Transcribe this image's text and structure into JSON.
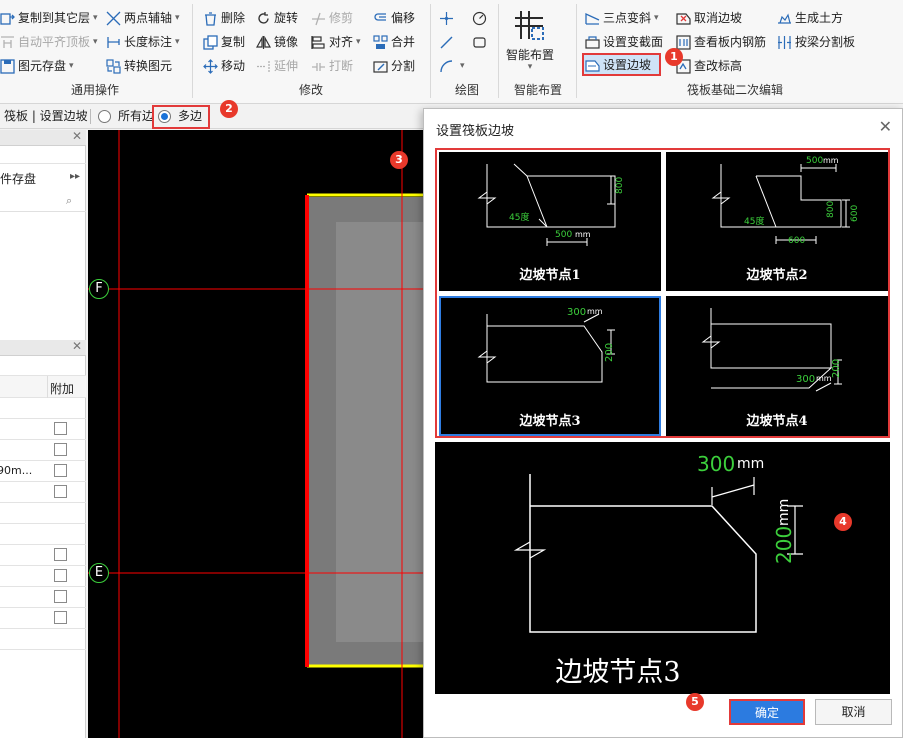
{
  "ribbon": {
    "common": {
      "copy_to_floor": "复制到其它层",
      "auto_align_top": "自动平齐顶板",
      "save_element": "图元存盘",
      "two_point_axis": "两点辅轴",
      "length_dim": "长度标注",
      "convert_element": "转换图元",
      "group_label": "通用操作"
    },
    "modify": {
      "delete": "删除",
      "rotate": "旋转",
      "trim": "修剪",
      "offset": "偏移",
      "copy": "复制",
      "mirror": "镜像",
      "align": "对齐",
      "merge": "合并",
      "move": "移动",
      "extend": "延伸",
      "break": "打断",
      "split": "分割",
      "group_label": "修改"
    },
    "draw": {
      "group_label": "绘图"
    },
    "smart": {
      "button": "智能布置",
      "group_label": "智能布置"
    },
    "raft": {
      "three_point_var": "三点变斜",
      "set_var_section": "设置变截面",
      "set_edge_slope": "设置边坡",
      "cancel_edge_slope": "取消边坡",
      "view_rebar": "查看板内钢筋",
      "check_elevation": "查改标高",
      "gen_earthwork": "生成土方",
      "split_by_beam": "按梁分割板",
      "group_label": "筏板基础二次编辑"
    }
  },
  "option_bar": {
    "title": "筏板 | 设置边坡",
    "opt_all_edges": "所有边",
    "opt_multi_edges": "多边",
    "selected": "多边"
  },
  "left_panel": {
    "storage_label": "构件存盘",
    "col_extra": "附加",
    "row_value": "90m..."
  },
  "canvas": {
    "axis_f": "F",
    "axis_e": "E"
  },
  "dialog": {
    "title": "设置筏板边坡",
    "nodes": [
      {
        "label": "边坡节点1",
        "angle": "45度",
        "dim_a": "500",
        "dim_b": "800",
        "unit": "mm"
      },
      {
        "label": "边坡节点2",
        "angle": "45度",
        "dim_a": "500",
        "dim_b": "800",
        "dim_c": "600",
        "dim_d": "600",
        "unit": "mm"
      },
      {
        "label": "边坡节点3",
        "dim_a": "300",
        "dim_b": "200",
        "unit": "mm"
      },
      {
        "label": "边坡节点4",
        "dim_a": "300",
        "dim_b": "200",
        "unit": "mm"
      }
    ],
    "selected_node": "边坡节点3",
    "preview": {
      "label": "边坡节点3",
      "dim_a": "300",
      "dim_b": "200",
      "unit": "mm"
    },
    "ok": "确定",
    "cancel": "取消"
  },
  "badges": [
    "1",
    "2",
    "3",
    "4",
    "5"
  ],
  "colors": {
    "highlight": "#e23a3a",
    "dim_green": "#3ccf3c",
    "accent_blue": "#2c7be0",
    "slab_edge_yellow": "#ffff00",
    "selected_edge_red": "#ff0000"
  }
}
